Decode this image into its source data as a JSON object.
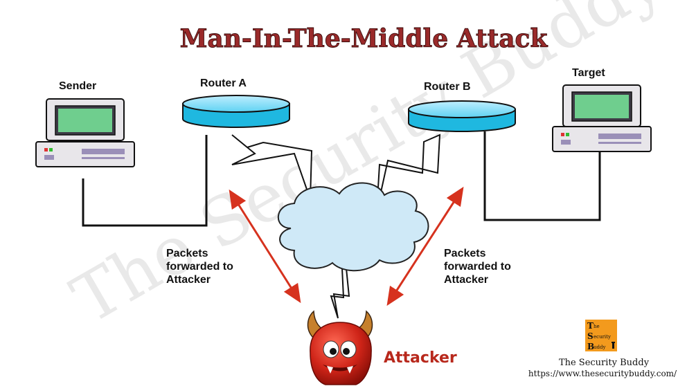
{
  "title": "Man-In-The-Middle Attack",
  "watermark": "The Security Buddy",
  "nodes": {
    "sender": "Sender",
    "router_a": "Router A",
    "router_b": "Router B",
    "target": "Target",
    "attacker": "Attacker"
  },
  "annotations": {
    "left": [
      "Packets",
      "forwarded to",
      "Attacker"
    ],
    "right": [
      "Packets",
      "forwarded to",
      "Attacker"
    ]
  },
  "branding": {
    "name": "The Security Buddy",
    "url": "https://www.thesecuritybuddy.com/",
    "logo_letters": [
      "T",
      "S",
      "B"
    ],
    "logo_words": [
      "he",
      "ecurity",
      "uddy"
    ]
  },
  "colors": {
    "title": "#9a2a2a",
    "router": "#33c2e8",
    "cloud": "#cfe9f7",
    "arrow": "#d6321e",
    "attacker_body": "#cf2418",
    "screen": "#6fce8e",
    "logo_bg": "#f39a1d"
  }
}
